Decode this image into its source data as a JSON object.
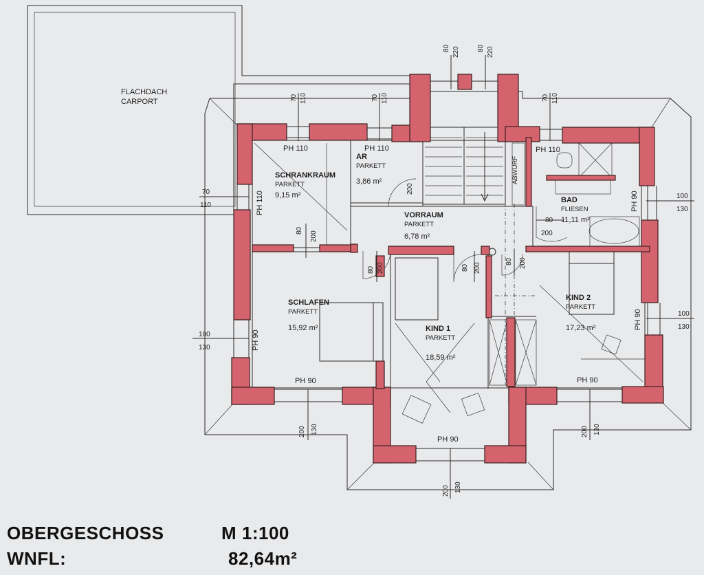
{
  "labels": {
    "carport": [
      "FLACHDACH",
      "CARPORT"
    ],
    "ph110": "PH 110",
    "ph90": "PH 90",
    "abwurf": "ABWURF"
  },
  "rooms": {
    "schrankraum": {
      "name": "SCHRANKRAUM",
      "floor": "PARKETT",
      "area": "9,15 m²"
    },
    "ar": {
      "name": "AR",
      "floor": "PARKETT",
      "area": "3,86 m²"
    },
    "vorraum": {
      "name": "VORRAUM",
      "floor": "PARKETT",
      "area": "6,78 m²"
    },
    "bad": {
      "name": "BAD",
      "floor": "FLIESEN",
      "area": "11,11 m²"
    },
    "schlafen": {
      "name": "SCHLAFEN",
      "floor": "PARKETT",
      "area": "15,92 m²"
    },
    "kind1": {
      "name": "KIND 1",
      "floor": "PARKETT",
      "area": "18,59 m²"
    },
    "kind2": {
      "name": "KIND 2",
      "floor": "PARKETT",
      "area": "17,23 m²"
    }
  },
  "dims": {
    "d70": "70",
    "d80": "80",
    "d100": "100",
    "d110": "110",
    "d130": "130",
    "d200": "200",
    "d220": "220"
  },
  "footer": {
    "title": "OBERGESCHOSS",
    "scale": "M 1:100",
    "wnfl_label": "WNFL:",
    "wnfl_value": "82,64m²"
  }
}
